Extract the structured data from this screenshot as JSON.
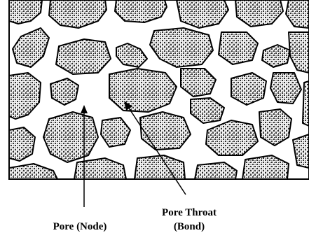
{
  "labels": {
    "pore_throat_line1": "Pore Throat",
    "pore_throat_line2": "(Bond)",
    "pore_node": "Pore (Node)"
  },
  "colors": {
    "grain_fill": "#1a1a1a",
    "grain_stipple_bg": "#f4f4f4",
    "pore_space": "#ffffff",
    "outline": "#000000"
  }
}
